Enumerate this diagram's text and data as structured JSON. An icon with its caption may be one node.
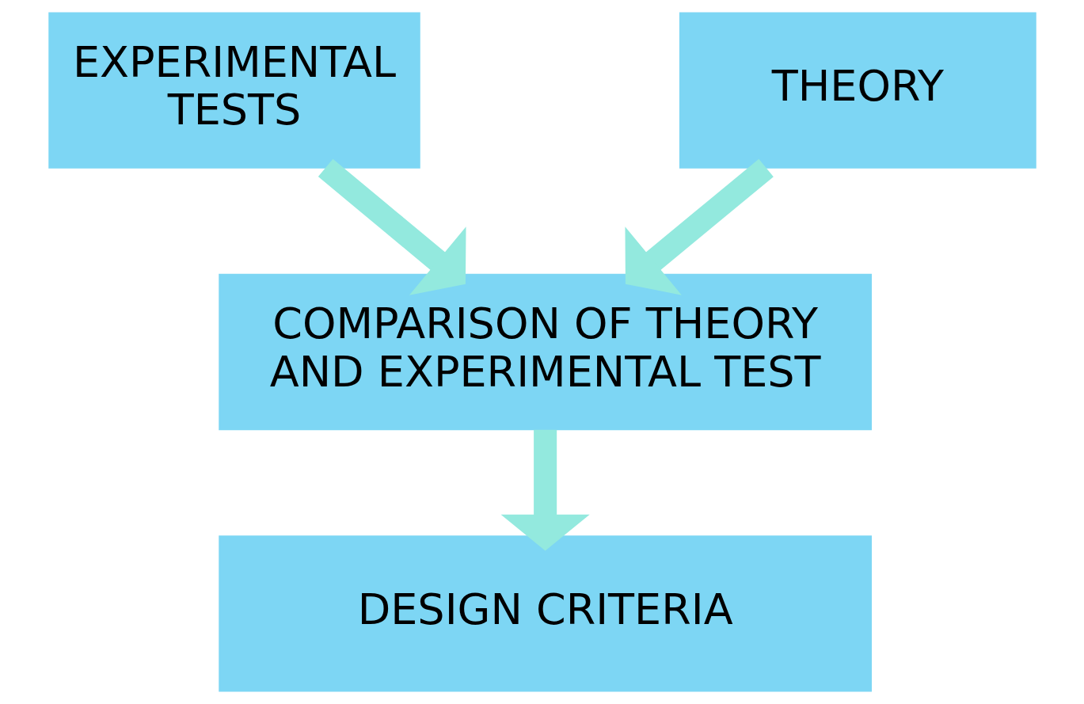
{
  "diagram": {
    "nodes": [
      {
        "text": [
          "EXPERIMENTAL TESTS"
        ]
      },
      {
        "text": [
          "THEORY"
        ]
      },
      {
        "text": [
          "COMPARISON OF THEORY AND EXPERIMENTAL TEST"
        ]
      },
      {
        "text": [
          "DESIGN CRITERIA"
        ]
      }
    ],
    "edges": [
      {
        "from": 0,
        "to": 2,
        "arrow": "to"
      },
      {
        "from": 1,
        "to": 2,
        "arrow": "to"
      },
      {
        "from": 2,
        "to": 3,
        "arrow": "to"
      }
    ]
  }
}
